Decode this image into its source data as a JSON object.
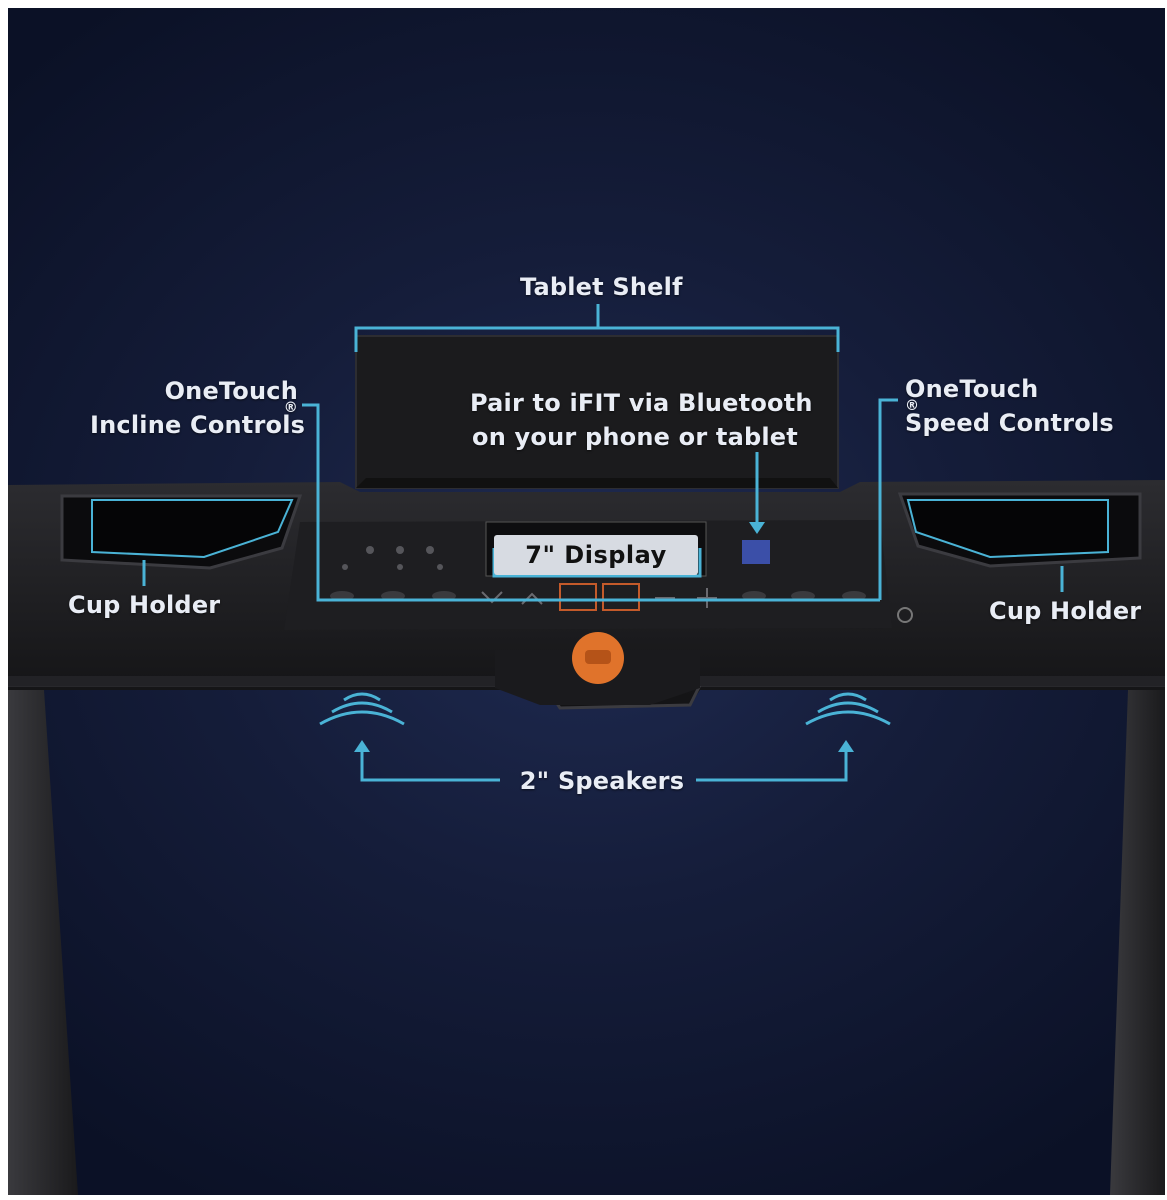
{
  "callouts": {
    "tablet_shelf": "Tablet Shelf",
    "incline_controls": {
      "line1": "OneTouch",
      "line2": "Incline Controls",
      "mark": "®"
    },
    "speed_controls": {
      "line1": "OneTouch",
      "line2": "Speed Controls",
      "mark": "®"
    },
    "bluetooth": {
      "line1": "Pair to iFIT via Bluetooth",
      "line2": "on your phone or tablet"
    },
    "display": "7\" Display",
    "cup_holder_left": "Cup Holder",
    "cup_holder_right": "Cup Holder",
    "speakers": "2\" Speakers"
  },
  "colors": {
    "background": "#151d3a",
    "callout_line": "#4ab3d6",
    "console": "#1a1a1c",
    "safety_key": "#e0732b",
    "text": "#e9edf5"
  }
}
